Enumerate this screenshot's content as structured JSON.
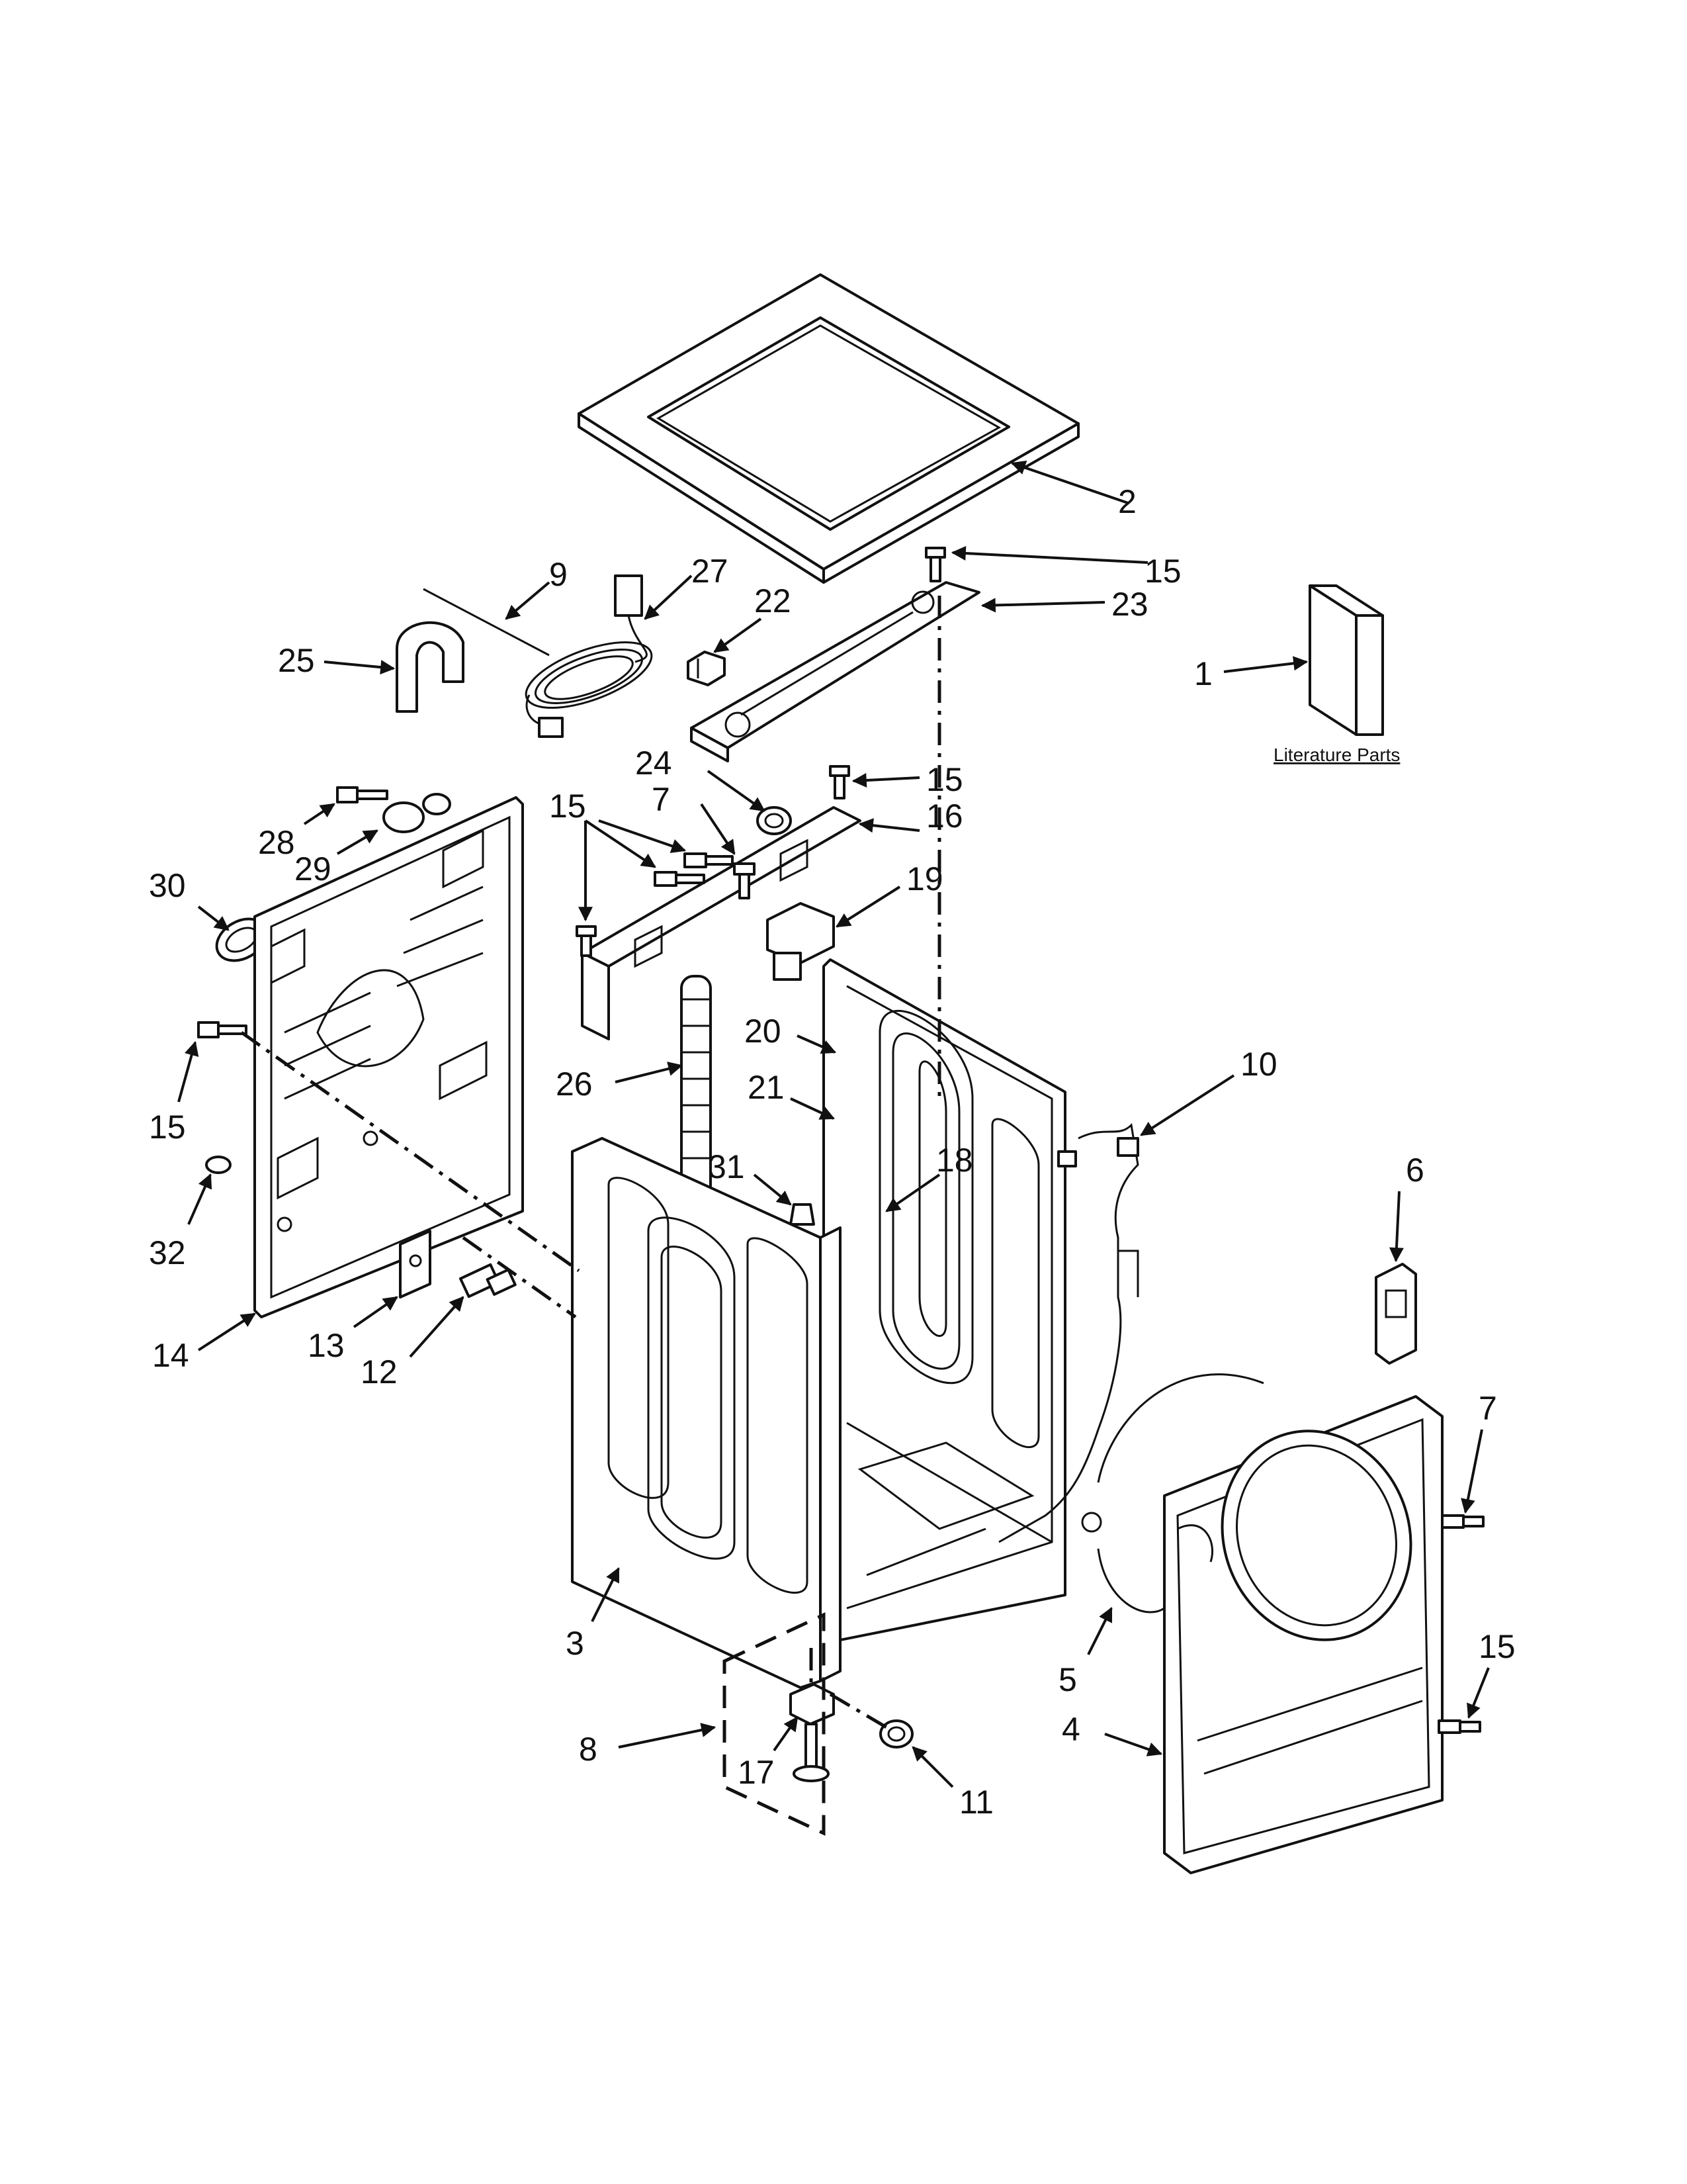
{
  "literature": {
    "label": "Literature Parts"
  },
  "callouts": [
    {
      "id": "c2",
      "text": "2"
    },
    {
      "id": "c15a",
      "text": "15"
    },
    {
      "id": "c23",
      "text": "23"
    },
    {
      "id": "c9",
      "text": "9"
    },
    {
      "id": "c27",
      "text": "27"
    },
    {
      "id": "c22",
      "text": "22"
    },
    {
      "id": "c25",
      "text": "25"
    },
    {
      "id": "c1",
      "text": "1"
    },
    {
      "id": "c24",
      "text": "24"
    },
    {
      "id": "c15b",
      "text": "15"
    },
    {
      "id": "c15c",
      "text": "15"
    },
    {
      "id": "c7a",
      "text": "7"
    },
    {
      "id": "c16",
      "text": "16"
    },
    {
      "id": "c28",
      "text": "28"
    },
    {
      "id": "c29",
      "text": "29"
    },
    {
      "id": "c30",
      "text": "30"
    },
    {
      "id": "c19",
      "text": "19"
    },
    {
      "id": "c26",
      "text": "26"
    },
    {
      "id": "c20",
      "text": "20"
    },
    {
      "id": "c10",
      "text": "10"
    },
    {
      "id": "c15d",
      "text": "15"
    },
    {
      "id": "c21",
      "text": "21"
    },
    {
      "id": "c31",
      "text": "31"
    },
    {
      "id": "c18",
      "text": "18"
    },
    {
      "id": "c6",
      "text": "6"
    },
    {
      "id": "c32",
      "text": "32"
    },
    {
      "id": "c13",
      "text": "13"
    },
    {
      "id": "c12",
      "text": "12"
    },
    {
      "id": "c14",
      "text": "14"
    },
    {
      "id": "c7b",
      "text": "7"
    },
    {
      "id": "c3",
      "text": "3"
    },
    {
      "id": "c15e",
      "text": "15"
    },
    {
      "id": "c5",
      "text": "5"
    },
    {
      "id": "c8",
      "text": "8"
    },
    {
      "id": "c17",
      "text": "17"
    },
    {
      "id": "c11",
      "text": "11"
    },
    {
      "id": "c4",
      "text": "4"
    }
  ]
}
